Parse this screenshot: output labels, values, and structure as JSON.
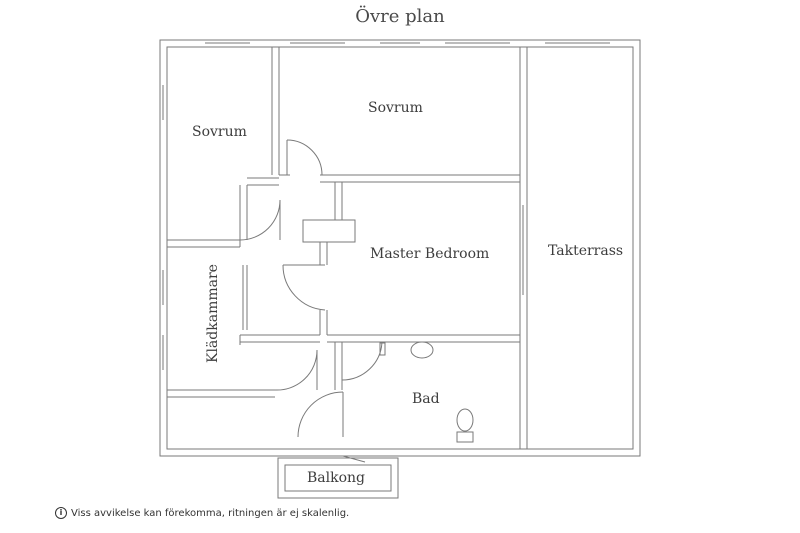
{
  "title": "Övre plan",
  "rooms": {
    "sovrum_left": "Sovrum",
    "sovrum_top": "Sovrum",
    "master": "Master Bedroom",
    "takterrass": "Takterrass",
    "kladkammare": "Klädkammare",
    "bad": "Bad",
    "balkong": "Balkong"
  },
  "footnote": {
    "icon": "info-icon",
    "text": "Viss avvikelse kan förekomma, ritningen är ej skalenlig."
  }
}
